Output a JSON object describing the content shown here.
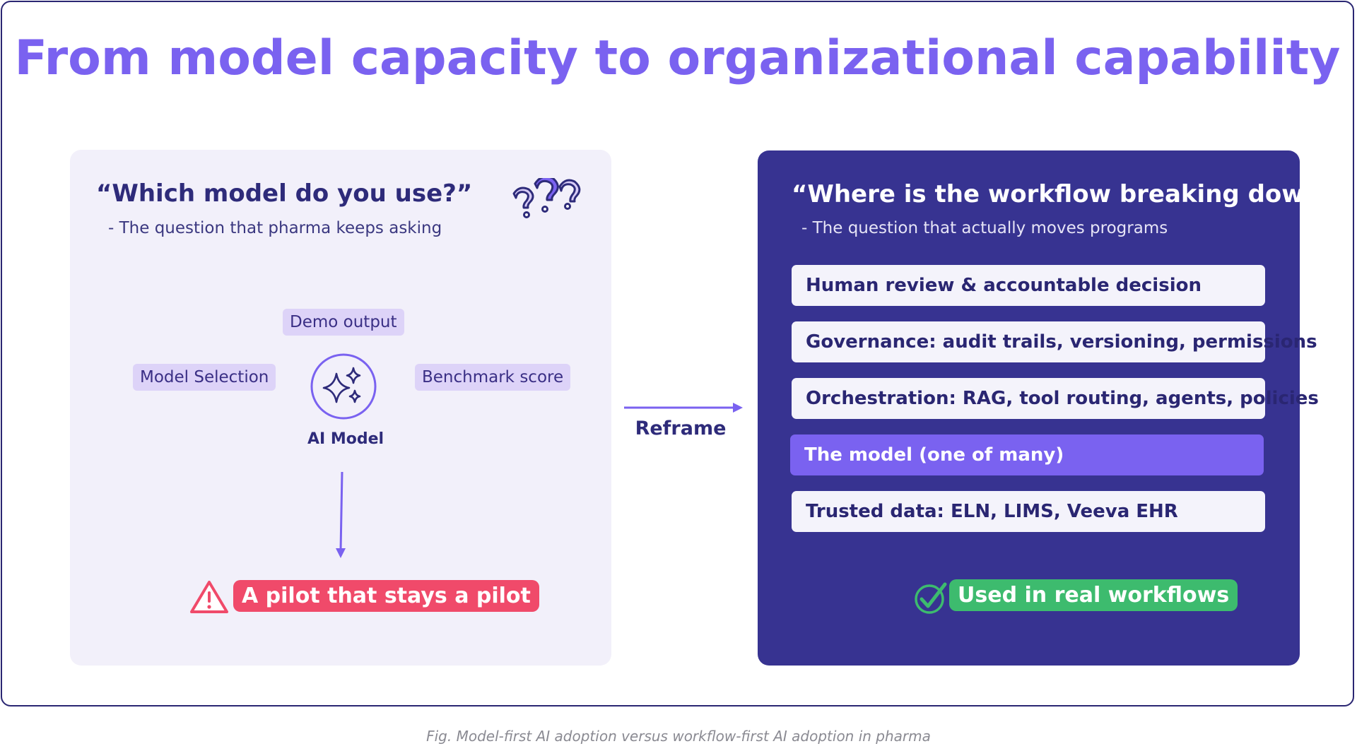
{
  "title": "From model capacity to organizational capability",
  "left": {
    "question": "“Which model do you use?”",
    "subtitle": "- The question that pharma keeps asking",
    "chips": {
      "demo": "Demo output",
      "model_selection": "Model Selection",
      "benchmark": "Benchmark score"
    },
    "center_label": "AI Model",
    "outcome": "A pilot that stays a pilot",
    "icons": [
      "question-marks-icon",
      "sparkles-icon",
      "down-arrow-icon",
      "warning-icon"
    ]
  },
  "middle": {
    "label": "Reframe",
    "icon": "right-arrow-icon"
  },
  "right": {
    "question": "“Where is the workflow breaking down?”",
    "subtitle": "- The question that actually moves programs",
    "layers": [
      "Human review & accountable decision",
      "Governance: audit trails, versioning, permissions",
      "Orchestration: RAG, tool routing, agents, policies",
      "The model (one of many)",
      "Trusted data: ELN, LIMS, Veeva EHR"
    ],
    "outcome": "Used in real workflows",
    "icons": [
      "check-circle-icon"
    ]
  },
  "caption": "Fig. Model-first AI adoption versus workflow-first AI adoption in pharma",
  "colors": {
    "accent": "#7a62f0",
    "navy": "#373391",
    "danger": "#f04a6a",
    "success": "#3dbb6e",
    "chip": "#ddd3f8"
  }
}
